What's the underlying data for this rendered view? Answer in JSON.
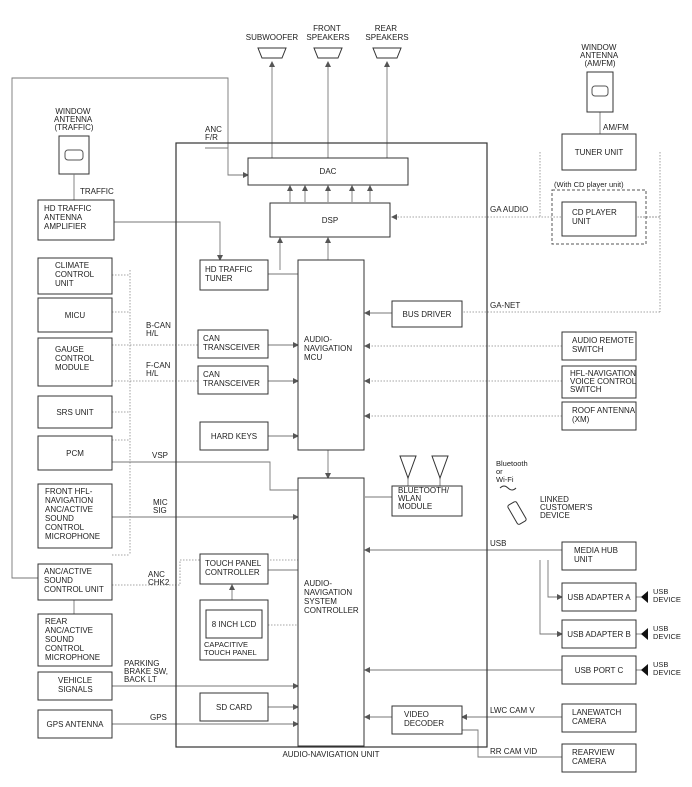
{
  "blocks": {
    "subwoofer": "SUBWOOFER",
    "front_speakers": [
      "FRONT",
      "SPEAKERS"
    ],
    "rear_speakers": [
      "REAR",
      "SPEAKERS"
    ],
    "window_antenna_amfm": [
      "WINDOW",
      "ANTENNA",
      "(AM/FM)"
    ],
    "window_antenna_traffic": [
      "WINDOW",
      "ANTENNA",
      "(TRAFFIC)"
    ],
    "hd_traffic_amp": [
      "HD TRAFFIC",
      "ANTENNA",
      "AMPLIFIER"
    ],
    "climate": [
      "CLIMATE",
      "CONTROL",
      "UNIT"
    ],
    "micu": "MICU",
    "gauge": [
      "GAUGE",
      "CONTROL",
      "MODULE"
    ],
    "srs": "SRS UNIT",
    "pcm": "PCM",
    "front_mic": [
      "FRONT HFL-",
      "NAVIGATION",
      "ANC/ACTIVE",
      "SOUND",
      "CONTROL",
      "MICROPHONE"
    ],
    "anc_unit": [
      "ANC/ACTIVE",
      "SOUND",
      "CONTROL UNIT"
    ],
    "rear_mic": [
      "REAR",
      "ANC/ACTIVE",
      "SOUND",
      "CONTROL",
      "MICROPHONE"
    ],
    "vehicle_signals": [
      "VEHICLE",
      "SIGNALS"
    ],
    "gps_antenna": "GPS ANTENNA",
    "dac": "DAC",
    "dsp": "DSP",
    "hd_traffic_tuner": [
      "HD TRAFFIC",
      "TUNER"
    ],
    "can_trans_1": [
      "CAN",
      "TRANSCEIVER"
    ],
    "can_trans_2": [
      "CAN",
      "TRANSCEIVER"
    ],
    "hard_keys": "HARD KEYS",
    "mcu": [
      "AUDIO-",
      "NAVIGATION",
      "MCU"
    ],
    "bus_driver": "BUS DRIVER",
    "bt_wlan": [
      "BLUETOOTH/",
      "WLAN",
      "MODULE"
    ],
    "touch_panel_ctrl": [
      "TOUCH PANEL",
      "CONTROLLER"
    ],
    "lcd": "8 INCH LCD",
    "capacitive": [
      "CAPACITIVE",
      "TOUCH PANEL"
    ],
    "sys_ctrl": [
      "AUDIO-",
      "NAVIGATION",
      "SYSTEM",
      "CONTROLLER"
    ],
    "sd_card": "SD CARD",
    "video_decoder": [
      "VIDEO",
      "DECODER"
    ],
    "unit_label": "AUDIO-NAVIGATION UNIT",
    "tuner_unit": "TUNER UNIT",
    "cd_note": "(With CD player unit)",
    "cd_player": [
      "CD PLAYER",
      "UNIT"
    ],
    "audio_remote": [
      "AUDIO REMOTE",
      "SWITCH"
    ],
    "hfl_voice": [
      "HFL-NAVIGATION",
      "VOICE CONTROL",
      "SWITCH"
    ],
    "roof_antenna": [
      "ROOF ANTENNA",
      "(XM)"
    ],
    "bluetooth_wifi": [
      "Bluetooth",
      "or",
      "Wi-Fi"
    ],
    "linked_device": [
      "LINKED",
      "CUSTOMER'S",
      "DEVICE"
    ],
    "media_hub": [
      "MEDIA HUB",
      "UNIT"
    ],
    "usb_adapter_a": "USB ADAPTER A",
    "usb_adapter_b": "USB ADAPTER B",
    "usb_port_c": "USB PORT C",
    "usb_device": [
      "USB",
      "DEVICE"
    ],
    "lanewatch": [
      "LANEWATCH",
      "CAMERA"
    ],
    "rearview": [
      "REARVIEW",
      "CAMERA"
    ]
  },
  "signals": {
    "anc_fr": [
      "ANC",
      "F/R"
    ],
    "traffic": "TRAFFIC",
    "am_fm": "AM/FM",
    "ga_audio": "GA AUDIO",
    "ga_net": "GA-NET",
    "b_can": [
      "B-CAN",
      "H/L"
    ],
    "f_can": [
      "F-CAN",
      "H/L"
    ],
    "vsp": "VSP",
    "mic_sig": [
      "MIC",
      "SIG"
    ],
    "anc_chk2": [
      "ANC",
      "CHK2"
    ],
    "parking": [
      "PARKING",
      "BRAKE SW,",
      "BACK LT"
    ],
    "gps": "GPS",
    "usb": "USB",
    "lwc_cam_v": "LWC CAM V",
    "rr_cam_vid": "RR CAM VID"
  }
}
